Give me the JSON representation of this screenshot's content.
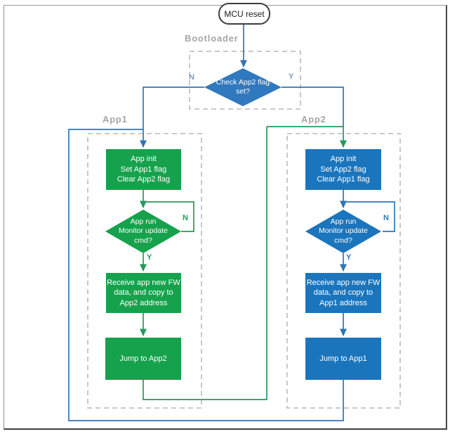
{
  "colors": {
    "blue_fill": "#1B75BC",
    "boot_diamond_fill": "#3079BE",
    "green_fill": "#16A24C",
    "blue_line": "#2E75B6",
    "green_line": "#259A5A",
    "dash_gray": "#ABABAB",
    "section_label_gray": "#A6A6A6"
  },
  "start": {
    "label": "MCU reset"
  },
  "bootloader": {
    "label": "Bootloader",
    "check_diamond": "Check App2 flag\nset?",
    "no_label": "N",
    "yes_label": "Y"
  },
  "app1": {
    "label": "App1",
    "init_box": "App init\nSet App1 flag\nClear App2 flag",
    "run_diamond": "App run\nMonitor update\ncmd?",
    "no_label": "N",
    "yes_label": "Y",
    "receive_box": "Receive app new FW\ndata, and copy to\nApp2 address",
    "jump_box": "Jump to App2"
  },
  "app2": {
    "label": "App2",
    "init_box": "App init\nSet App2 flag\nClear App1 flag",
    "run_diamond": "App run\nMonitor update\ncmd?",
    "no_label": "N",
    "yes_label": "Y",
    "receive_box": "Receive app new FW\ndata, and copy to\nApp1 address",
    "jump_box": "Jump to App1"
  }
}
